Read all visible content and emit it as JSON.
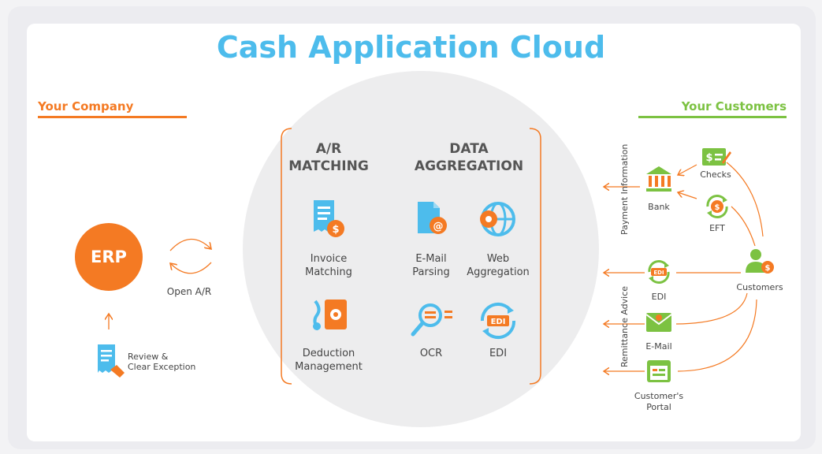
{
  "title": "Cash Application Cloud",
  "left_section": {
    "label": "Your Company",
    "color": "#f47a23"
  },
  "right_section": {
    "label": "Your Customers",
    "color": "#7cc242"
  },
  "erp": {
    "label": "ERP",
    "flow_label": "Open A/R"
  },
  "exception": {
    "label_line1": "Review &",
    "label_line2": "Clear Exception"
  },
  "center": {
    "ar_matching": {
      "heading_line1": "A/R",
      "heading_line2": "MATCHING",
      "items": [
        {
          "line1": "Invoice",
          "line2": "Matching"
        },
        {
          "line1": "Deduction",
          "line2": "Management"
        }
      ]
    },
    "data_aggregation": {
      "heading_line1": "DATA",
      "heading_line2": "AGGREGATION",
      "items": [
        {
          "line1": "E-Mail",
          "line2": "Parsing"
        },
        {
          "line1": "Web",
          "line2": "Aggregation"
        },
        {
          "line1": "OCR",
          "line2": ""
        },
        {
          "line1": "EDI",
          "line2": ""
        }
      ]
    }
  },
  "customers": {
    "label": "Customers",
    "payment_information": "Payment Information",
    "remittance_advice": "Remittance Advice",
    "nodes": {
      "checks": "Checks",
      "bank": "Bank",
      "eft": "EFT",
      "edi": "EDI",
      "email": "E-Mail",
      "portal_line1": "Customer's",
      "portal_line2": "Portal"
    }
  },
  "colors": {
    "blue": "#4dbcec",
    "orange": "#f47a23",
    "green": "#7cc242",
    "gray_text": "#555555"
  }
}
